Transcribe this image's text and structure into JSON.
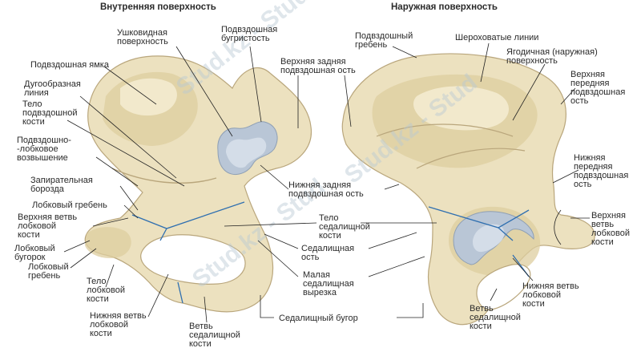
{
  "titles": {
    "left": "Внутренняя поверхность",
    "right": "Наружная поверхность"
  },
  "watermark": "Stud.kz - Stud",
  "colors": {
    "bone": "#ece1bf",
    "cartilage": "#b9c6d6",
    "suture": "#2f6fb0",
    "text": "#2a2a2a"
  },
  "left_labels": {
    "auricular": [
      "Ушковидная",
      "поверхность"
    ],
    "iliac_tuberosity": [
      "Подвздошная",
      "бугристость"
    ],
    "iliac_fossa": [
      "Подвздошная ямка"
    ],
    "arcuate_line": [
      "Дугообразная",
      "линия"
    ],
    "ilium_body": [
      "Тело",
      "подвздошной",
      "кости"
    ],
    "iliopubic_eminence": [
      "Подвздошно-",
      "-лобковое",
      "возвышение"
    ],
    "obturator_groove": [
      "Запирательная",
      "борозда"
    ],
    "pubic_crest": [
      "Лобковый гребень"
    ],
    "superior_pubic_ramus": [
      "Верхняя ветвь",
      "лобковой",
      "кости"
    ],
    "pubic_tubercle": [
      "Лобковый",
      "бугорок"
    ],
    "pubic_crest2": [
      "Лобковый",
      "гребень"
    ],
    "pubis_body": [
      "Тело",
      "лобковой",
      "кости"
    ],
    "inferior_pubic_ramus": [
      "Нижняя ветвь",
      "лобковой",
      "кости"
    ],
    "ischial_ramus": [
      "Ветвь",
      "седалищной",
      "кости"
    ]
  },
  "center_labels": {
    "posterior_superior": [
      "Верхняя задняя",
      "подвздошная ость"
    ],
    "posterior_inferior": [
      "Нижняя задняя",
      "подвздошная ость"
    ],
    "ischium_body": [
      "Тело",
      "седалищной",
      "кости"
    ],
    "ischial_spine": [
      "Седалищная",
      "ость"
    ],
    "lesser_sciatic_notch": [
      "Малая",
      "седалищная",
      "вырезка"
    ],
    "ischial_tuberosity": [
      "Седалищный бугор"
    ]
  },
  "right_labels": {
    "iliac_crest": [
      "Подвздошный",
      "гребень"
    ],
    "rough_lines": [
      "Шероховатые линии"
    ],
    "gluteal_surface": [
      "Ягодичная (наружная)",
      "поверхность"
    ],
    "anterior_superior": [
      "Верхняя",
      "передняя",
      "подвздошная",
      "ость"
    ],
    "anterior_inferior": [
      "Нижняя",
      "передняя",
      "подвздошная",
      "ость"
    ],
    "superior_pubic_ramus": [
      "Верхняя",
      "ветвь",
      "лобковой",
      "кости"
    ],
    "inferior_pubic_ramus": [
      "Нижняя ветвь",
      "лобковой",
      "кости"
    ],
    "ischial_ramus": [
      "Ветвь",
      "седалищной",
      "кости"
    ]
  }
}
